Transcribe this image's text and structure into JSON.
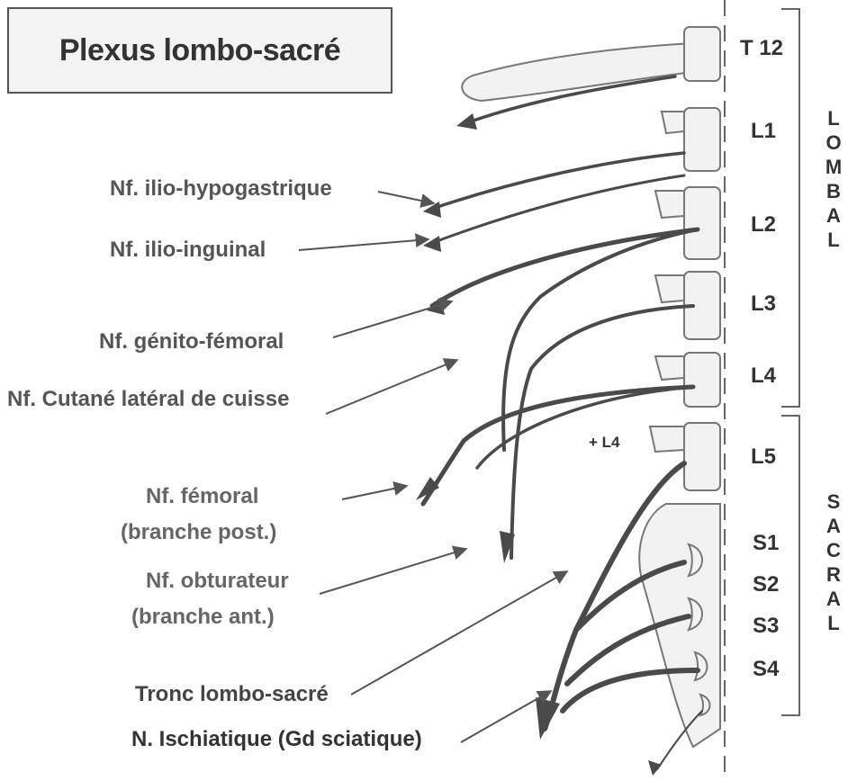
{
  "title": "Plexus lombo-sacré",
  "vertebrae": [
    "T 12",
    "L1",
    "L2",
    "L3",
    "L4",
    "L5",
    "S1",
    "S2",
    "S3",
    "S4"
  ],
  "regions": {
    "lombal": [
      "L",
      "O",
      "M",
      "B",
      "A",
      "L"
    ],
    "sacral": [
      "S",
      "A",
      "C",
      "R",
      "A",
      "L"
    ]
  },
  "labels": {
    "ilio_hypogastrique": "Nf. ilio-hypogastrique",
    "ilio_inguinal": "Nf. ilio-inguinal",
    "genito_femoral": "Nf. génito-fémoral",
    "cutane_lateral": "Nf. Cutané latéral de cuisse",
    "femoral_1": "Nf. fémoral",
    "femoral_2": "(branche post.)",
    "obturateur_1": "Nf. obturateur",
    "obturateur_2": "(branche ant.)",
    "tronc": "Tronc lombo-sacré",
    "ischiatique": "N. Ischiatique (Gd sciatique)",
    "plus_l4": "+ L4"
  },
  "colors": {
    "nerve": "#4a4a4a",
    "bone": "#f2f2f2",
    "outline": "#666666"
  }
}
